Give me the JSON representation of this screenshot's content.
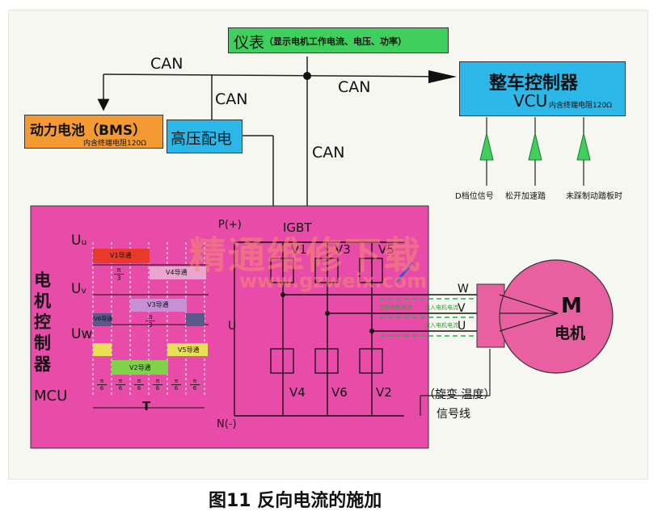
{
  "meter": {
    "title": "仪表",
    "desc": "（显示电机工作电流、电压、功率）"
  },
  "vcu": {
    "title": "整车控制器",
    "abbr": "VCU",
    "note": "内含终端电阻120Ω"
  },
  "bms": {
    "title": "动力电池（BMS）",
    "note": "内含终端电阻120Ω"
  },
  "hv_dist": {
    "title": "高压配电"
  },
  "can": {
    "top": "CAN",
    "right": "CAN",
    "hv": "CAN",
    "mcu": "CAN"
  },
  "signals": [
    "D档位信号",
    "松开加速踏",
    "未踩制动踏板时"
  ],
  "mcu": {
    "name_chars": [
      "电",
      "机",
      "控",
      "制",
      "器"
    ],
    "abbr": "MCU"
  },
  "timing": {
    "labels": [
      "Uᵤ",
      "Uᵥ",
      "Uw"
    ],
    "bars": [
      "V1导通",
      "V4导通",
      "V3导通",
      "V6导通",
      "V5导通",
      "V2导通"
    ],
    "fraction_top": "π",
    "fraction_bottom": "3",
    "small_top": "π",
    "small_bottom": "6",
    "period": "T"
  },
  "bridge": {
    "p": "P(+)",
    "n": "N(-)",
    "igbt": "IGBT",
    "u": "U",
    "upper": [
      "V1",
      "V3",
      "V5"
    ],
    "lower": [
      "V4",
      "V6",
      "V2"
    ],
    "current_notes": [
      "流出电机电流",
      "流入电机电流",
      "流入电机电流"
    ]
  },
  "phases": [
    "W",
    "V",
    "U"
  ],
  "motor": {
    "letter": "M",
    "name": "电机"
  },
  "signal_line": {
    "note": "（旋变 温度）",
    "name": "信号线"
  },
  "watermark": {
    "text": "精通维修下载",
    "url": "www.gzweix.com"
  },
  "caption": "图11 反向电流的施加",
  "colors": {
    "green": "#3fcf5c",
    "blue": "#2bb8e8",
    "orange": "#f59a33",
    "pink": "#e94ca8",
    "motor": "#e8609f"
  }
}
